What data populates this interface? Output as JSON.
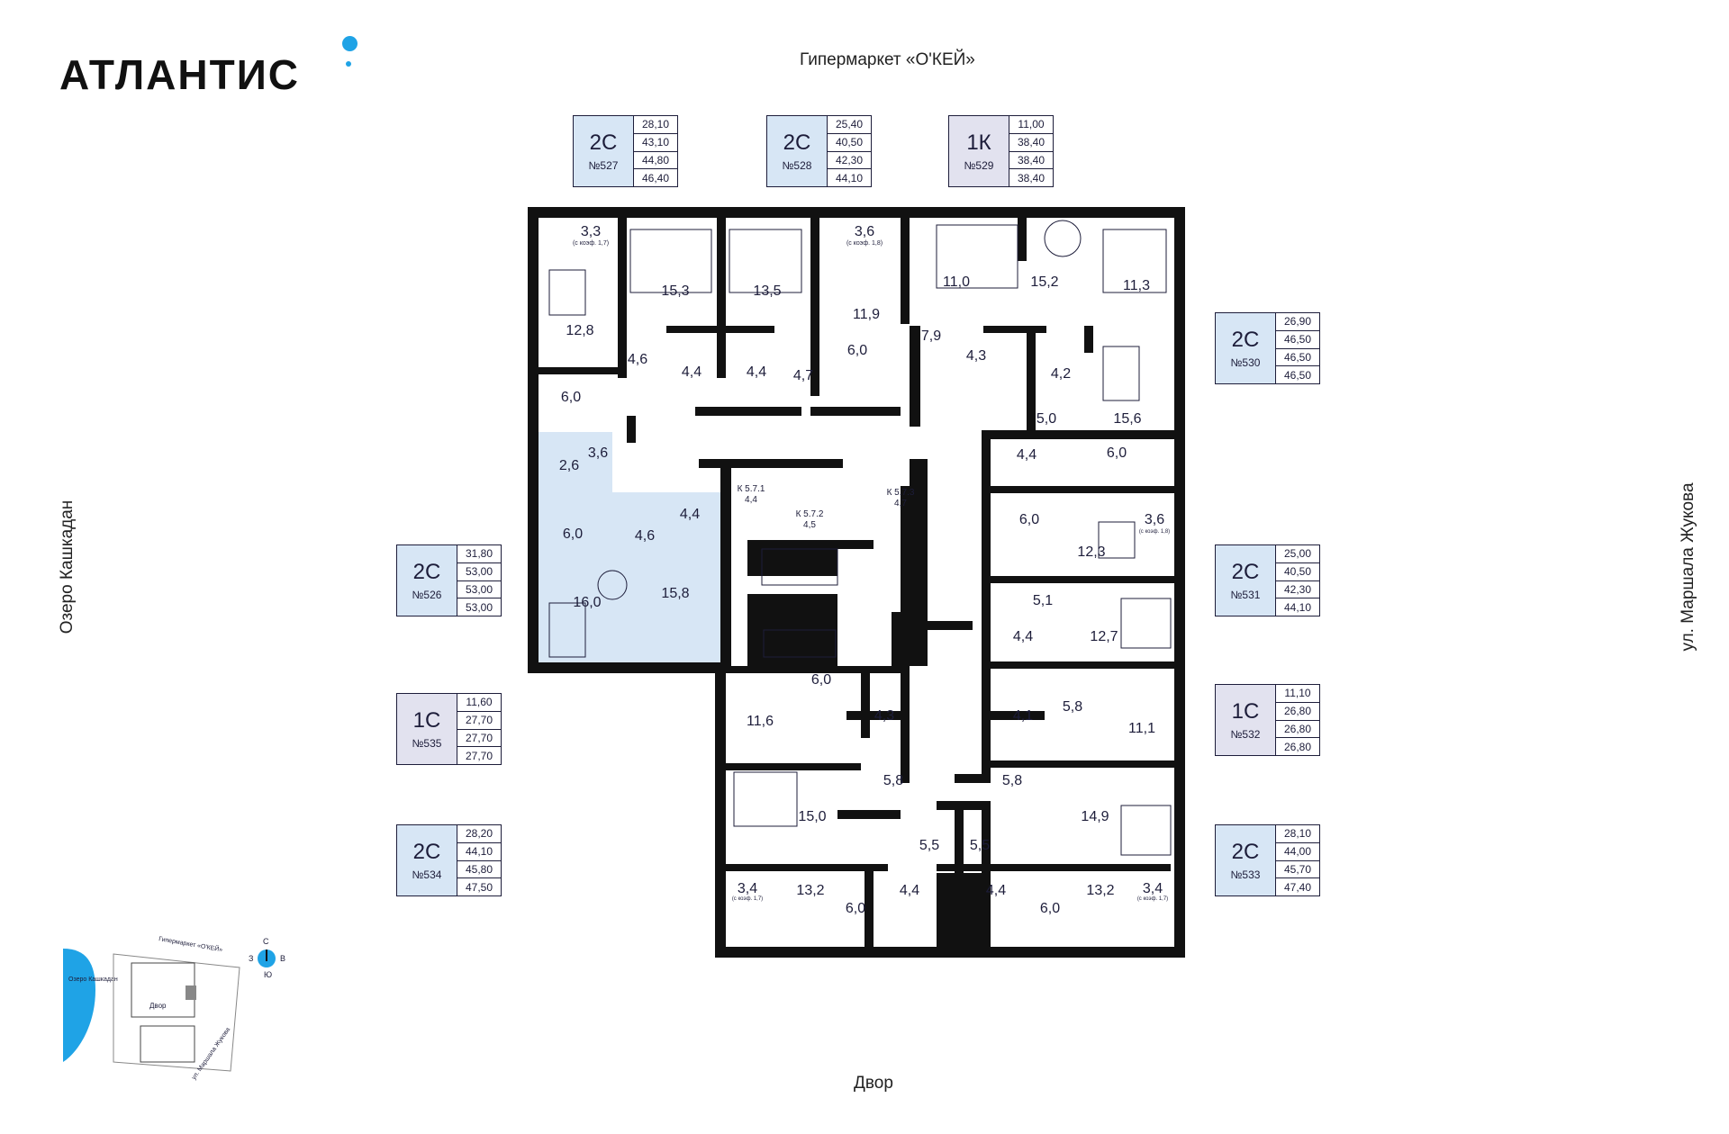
{
  "brand": {
    "logo_text": "АТЛАНТИС"
  },
  "labels": {
    "top": "Гипермаркет «О'КЕЙ»",
    "bottom": "Двор",
    "left": "Озеро Кашкадан",
    "right": "ул. Маршала Жукова"
  },
  "apartments": [
    {
      "id": "527",
      "type": "2С",
      "number": "№527",
      "areas": [
        "28,10",
        "43,10",
        "44,80",
        "46,40"
      ],
      "color": "blue"
    },
    {
      "id": "528",
      "type": "2С",
      "number": "№528",
      "areas": [
        "25,40",
        "40,50",
        "42,30",
        "44,10"
      ],
      "color": "blue"
    },
    {
      "id": "529",
      "type": "1К",
      "number": "№529",
      "areas": [
        "11,00",
        "38,40",
        "38,40",
        "38,40"
      ],
      "color": "purple"
    },
    {
      "id": "530",
      "type": "2С",
      "number": "№530",
      "areas": [
        "26,90",
        "46,50",
        "46,50",
        "46,50"
      ],
      "color": "blue"
    },
    {
      "id": "531",
      "type": "2С",
      "number": "№531",
      "areas": [
        "25,00",
        "40,50",
        "42,30",
        "44,10"
      ],
      "color": "blue"
    },
    {
      "id": "532",
      "type": "1С",
      "number": "№532",
      "areas": [
        "11,10",
        "26,80",
        "26,80",
        "26,80"
      ],
      "color": "purple"
    },
    {
      "id": "533",
      "type": "2С",
      "number": "№533",
      "areas": [
        "28,10",
        "44,00",
        "45,70",
        "47,40"
      ],
      "color": "blue"
    },
    {
      "id": "526",
      "type": "2С",
      "number": "№526",
      "areas": [
        "31,80",
        "53,00",
        "53,00",
        "53,00"
      ],
      "color": "blue"
    },
    {
      "id": "535",
      "type": "1С",
      "number": "№535",
      "areas": [
        "11,60",
        "27,70",
        "27,70",
        "27,70"
      ],
      "color": "purple"
    },
    {
      "id": "534",
      "type": "2С",
      "number": "№534",
      "areas": [
        "28,20",
        "44,10",
        "45,80",
        "47,50"
      ],
      "color": "blue"
    }
  ],
  "rooms": [
    {
      "text": "3,3"
    },
    {
      "text": "(с коэф. 1,7)"
    },
    {
      "text": "15,3"
    },
    {
      "text": "13,5"
    },
    {
      "text": "3,6"
    },
    {
      "text": "(с коэф. 1,8)"
    },
    {
      "text": "11,0"
    },
    {
      "text": "15,2"
    },
    {
      "text": "11,3"
    },
    {
      "text": "12,8"
    },
    {
      "text": "11,9"
    },
    {
      "text": "7,9"
    },
    {
      "text": "4,6"
    },
    {
      "text": "4,4"
    },
    {
      "text": "4,4"
    },
    {
      "text": "4,7"
    },
    {
      "text": "6,0"
    },
    {
      "text": "4,3"
    },
    {
      "text": "4,2"
    },
    {
      "text": "6,0"
    },
    {
      "text": "5,0"
    },
    {
      "text": "15,6"
    },
    {
      "text": "2,6"
    },
    {
      "text": "3,6"
    },
    {
      "text": "4,4"
    },
    {
      "text": "6,0"
    },
    {
      "text": "6,0"
    },
    {
      "text": "4,4"
    },
    {
      "text": "4,6"
    },
    {
      "text": "6,0"
    },
    {
      "text": "3,6"
    },
    {
      "text": "(с коэф. 1,8)"
    },
    {
      "text": "12,3"
    },
    {
      "text": "16,0"
    },
    {
      "text": "15,8"
    },
    {
      "text": "5,1"
    },
    {
      "text": "4,4"
    },
    {
      "text": "12,7"
    },
    {
      "text": "11,6"
    },
    {
      "text": "6,0"
    },
    {
      "text": "4,3"
    },
    {
      "text": "4,1"
    },
    {
      "text": "5,8"
    },
    {
      "text": "11,1"
    },
    {
      "text": "5,8"
    },
    {
      "text": "5,8"
    },
    {
      "text": "15,0"
    },
    {
      "text": "14,9"
    },
    {
      "text": "5,5"
    },
    {
      "text": "5,5"
    },
    {
      "text": "3,4"
    },
    {
      "text": "(с коэф. 1,7)"
    },
    {
      "text": "13,2"
    },
    {
      "text": "6,0"
    },
    {
      "text": "4,4"
    },
    {
      "text": "4,4"
    },
    {
      "text": "6,0"
    },
    {
      "text": "13,2"
    },
    {
      "text": "3,4"
    },
    {
      "text": "(с коэф. 1,7)"
    },
    {
      "text": "К 5.7.1"
    },
    {
      "text": "4,4"
    },
    {
      "text": "К 5.7.2"
    },
    {
      "text": "4,5"
    },
    {
      "text": "К 5.7.3"
    },
    {
      "text": "4,7"
    }
  ],
  "minimap": {
    "supermarket": "Гипермаркет «О'КЕЙ»",
    "lake": "Озеро Кашкадан",
    "yard": "Двор",
    "street": "ул. Маршала Жукова",
    "compass": {
      "n": "С",
      "s": "Ю",
      "w": "З",
      "e": "В"
    }
  },
  "colors": {
    "accent": "#1fa3e6",
    "blue_fill": "#d7e6f5",
    "purple_fill": "#e2e2ef",
    "wall": "#111111",
    "ink": "#1d1d3a",
    "lake": "#1fa3e6"
  }
}
